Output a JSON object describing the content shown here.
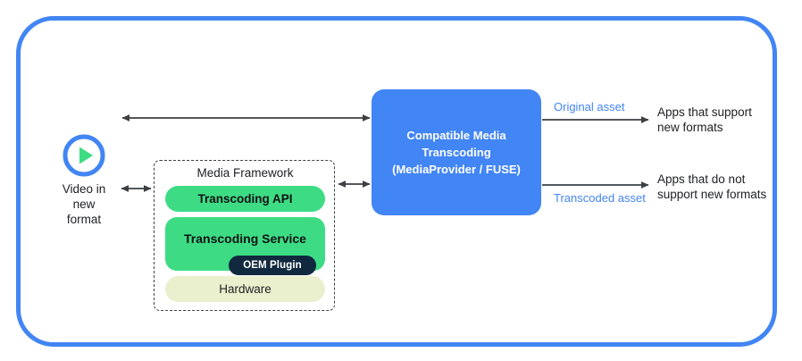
{
  "frame": {
    "accent_color": "#4285f4"
  },
  "source": {
    "icon": "play-circle-icon",
    "label_line1": "Video in",
    "label_line2": "new",
    "label_line3": "format",
    "icon_ring_color": "#4285f4",
    "icon_triangle_color": "#3ddc84"
  },
  "framework": {
    "title": "Media Framework",
    "layers": [
      {
        "label": "Transcoding API",
        "color": "#3ddc84",
        "text_color": "#101114"
      },
      {
        "label": "Transcoding Service",
        "color": "#3ddc84",
        "text_color": "#101114"
      },
      {
        "label": "Hardware",
        "color": "#eaf0cd",
        "text_color": "#202124"
      }
    ],
    "plugin_badge": {
      "label": "OEM Plugin",
      "color": "#10293f",
      "text_color": "#ffffff"
    }
  },
  "transcoding": {
    "line1": "Compatible Media",
    "line2": "Transcoding",
    "line3": "(MediaProvider / FUSE)",
    "color": "#4285f4",
    "text_color": "#ffffff"
  },
  "outputs": [
    {
      "asset_label": "Original asset",
      "consumer_line1": "Apps that support",
      "consumer_line2": "new formats",
      "asset_color": "#4285f4"
    },
    {
      "asset_label": "Transcoded asset",
      "consumer_line1": "Apps that do not",
      "consumer_line2": "support new formats",
      "asset_color": "#4285f4"
    }
  ],
  "connectors": [
    {
      "name": "video-to-transcoding",
      "type": "double-arrow"
    },
    {
      "name": "video-to-framework",
      "type": "double-arrow"
    },
    {
      "name": "framework-to-transcoding",
      "type": "double-arrow"
    },
    {
      "name": "transcoding-to-original-consumer",
      "type": "single-arrow"
    },
    {
      "name": "transcoding-to-transcoded-consumer",
      "type": "single-arrow"
    }
  ]
}
